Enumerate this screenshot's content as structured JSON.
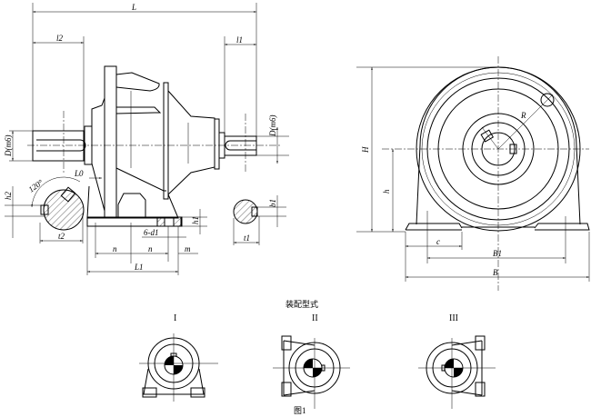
{
  "side_view": {
    "dim_L": "L",
    "dim_l2": "l2",
    "dim_l1": "l1",
    "dim_D_left": "D(m6)",
    "dim_D_right": "D(m6)",
    "dim_L0": "L0",
    "angle": "120°",
    "dim_h2": "h2",
    "dim_t2": "t2",
    "dim_h1": "h1",
    "dim_6d1": "6-d1",
    "dim_n1": "n",
    "dim_n2": "n",
    "dim_m": "m",
    "dim_L1": "L1",
    "dim_b1": "b1",
    "dim_t1": "t1"
  },
  "front_view": {
    "dim_H": "H",
    "dim_h": "h",
    "dim_R": "R",
    "dim_c": "c",
    "dim_B1": "B1",
    "dim_B": "B"
  },
  "assembly": {
    "title": "装配型式",
    "types": [
      "I",
      "II",
      "III"
    ],
    "caption": "图1"
  }
}
